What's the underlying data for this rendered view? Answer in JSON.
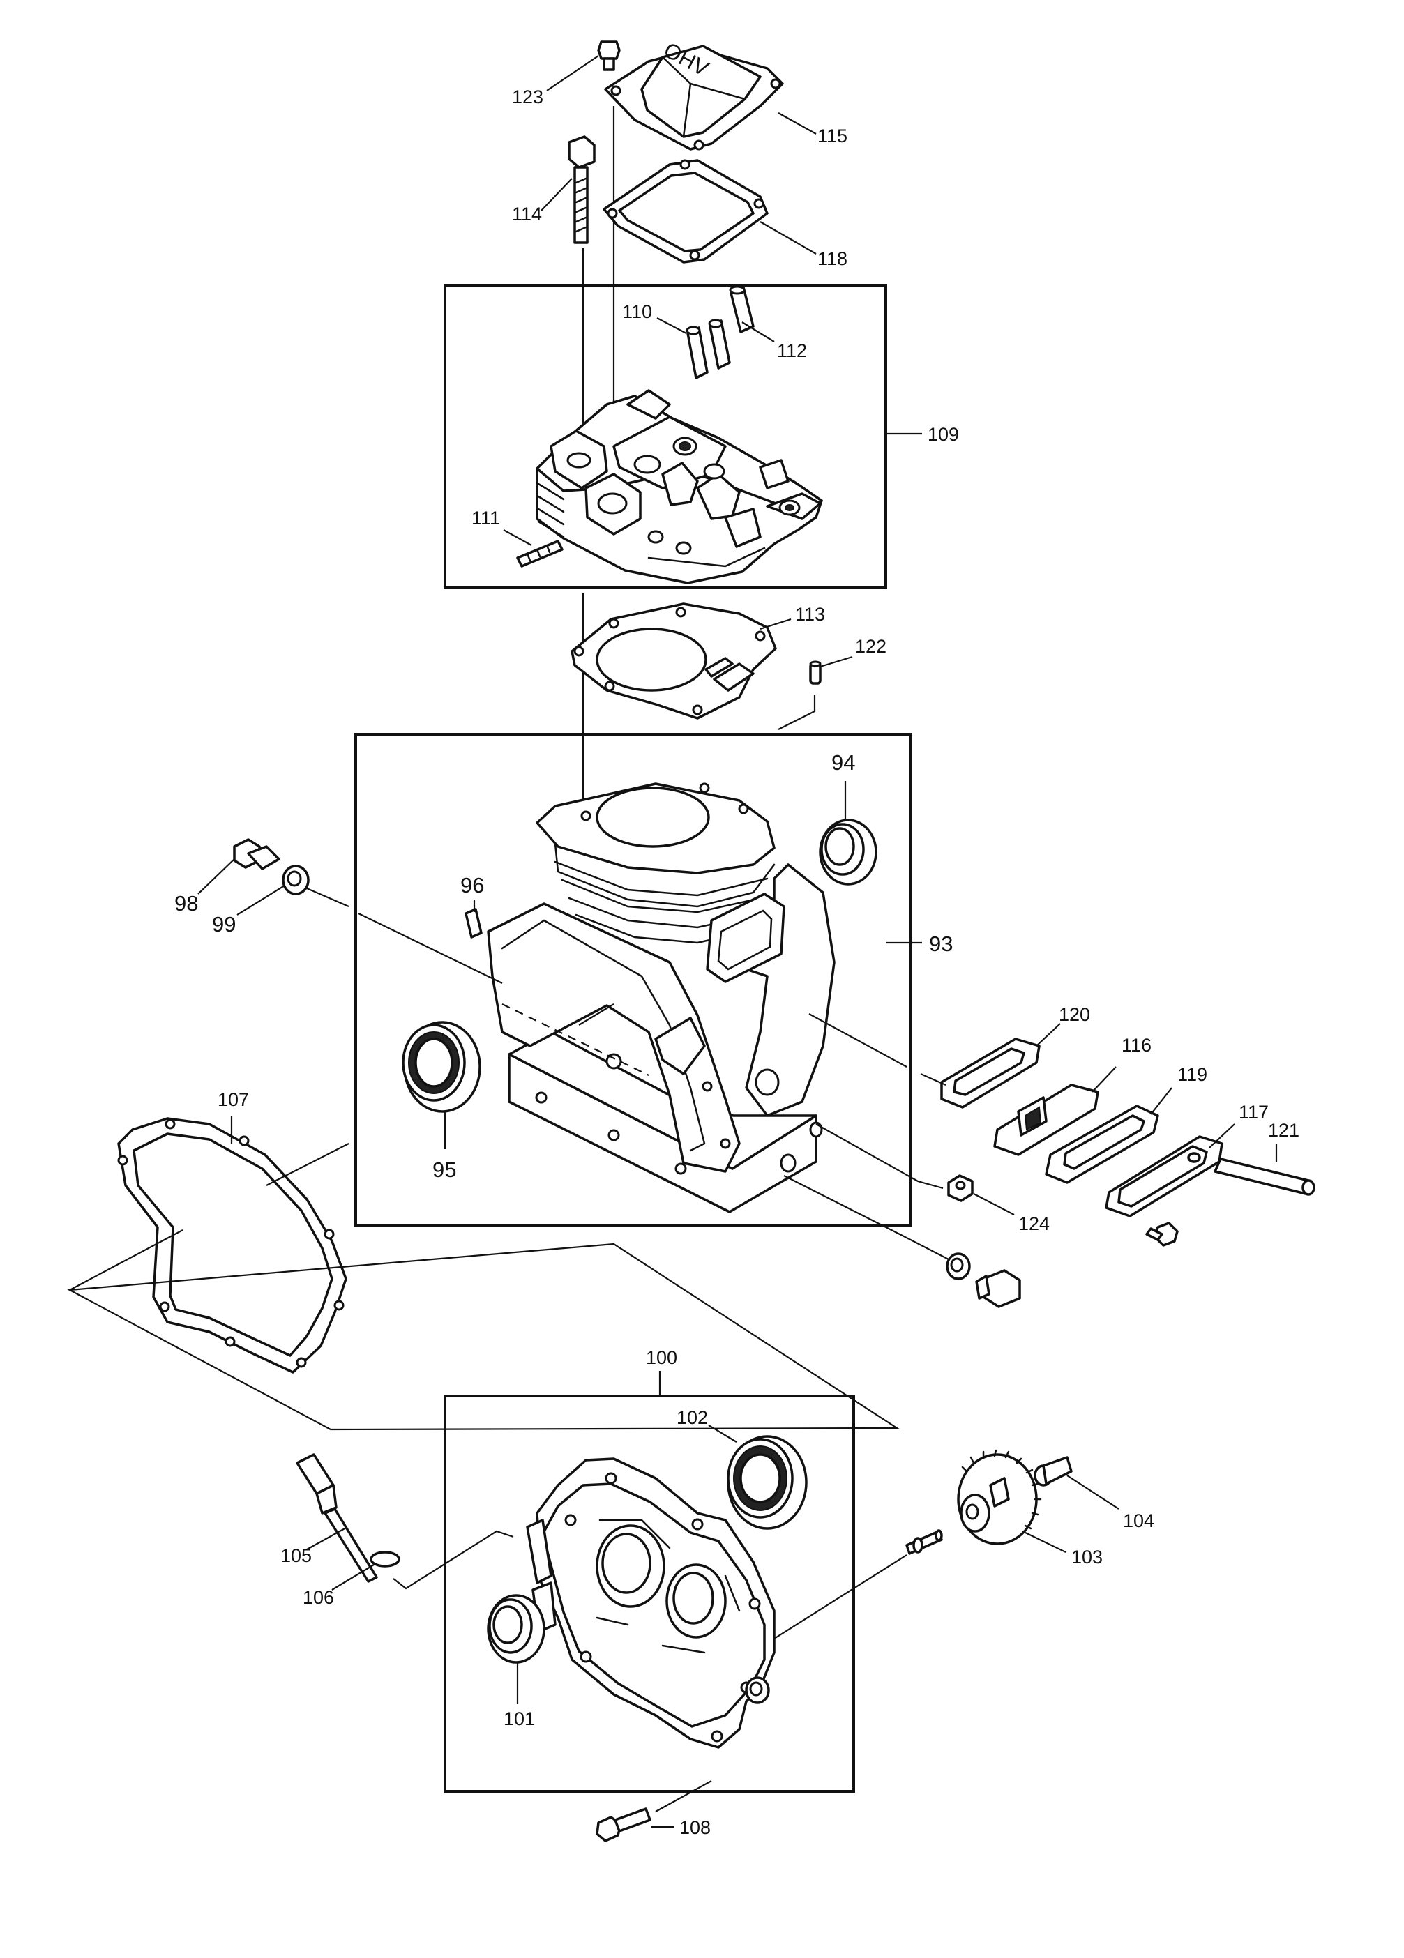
{
  "cover_stamp": "OHV",
  "labels": {
    "p93": "93",
    "p94": "94",
    "p95": "95",
    "p96": "96",
    "p98": "98",
    "p99": "99",
    "p100": "100",
    "p101": "101",
    "p102": "102",
    "p103": "103",
    "p104": "104",
    "p105": "105",
    "p106": "106",
    "p107": "107",
    "p108": "108",
    "p109": "109",
    "p110": "110",
    "p111": "111",
    "p112": "112",
    "p113": "113",
    "p114": "114",
    "p115": "115",
    "p116": "116",
    "p117": "117",
    "p118": "118",
    "p119": "119",
    "p120": "120",
    "p121": "121",
    "p122": "122",
    "p123": "123",
    "p124": "124"
  }
}
